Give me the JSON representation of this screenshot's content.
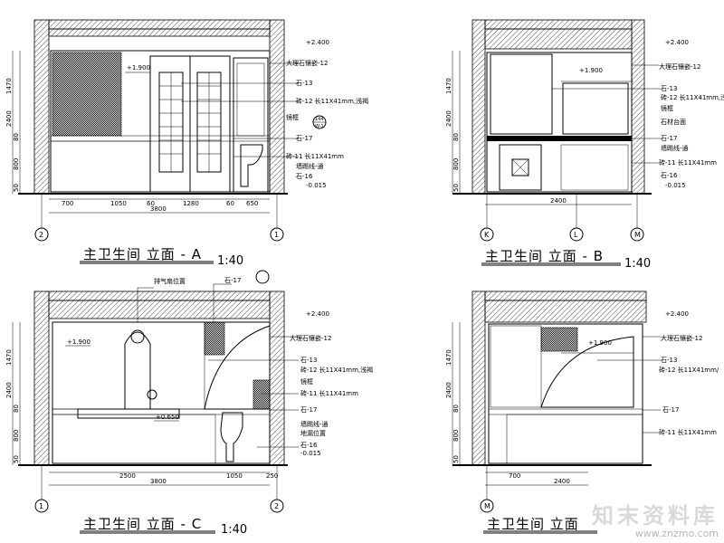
{
  "panels": {
    "a": {
      "title": "主卫生间 立面 - A",
      "scale": "1:40",
      "elev_top": "+2.400",
      "elev_bottom": "-0.015",
      "level_mark": "+1.900",
      "vdims": [
        "1470",
        "2400",
        "80",
        "800",
        "50"
      ],
      "hdims": [
        "700",
        "1050",
        "60",
        "1280",
        "60",
        "650"
      ],
      "total_width": "3800",
      "axes": [
        "2",
        "1"
      ],
      "labels": [
        "大理石镶嵌-12",
        "石-13",
        "砖-12 长11X41mm,浅褐",
        "镜框",
        "石-17",
        "砖-11 长11X41mm",
        "墙踢线-通",
        "石-16"
      ],
      "symbol_top": "144",
      "symbol_bottom": "W-1"
    },
    "b": {
      "title": "主卫生间 立面 - B",
      "scale": "1:40",
      "elev_top": "+2.400",
      "elev_bottom": "-0.015",
      "level_mark": "+1.900",
      "vdims": [
        "1470",
        "2400",
        "80",
        "800",
        "50"
      ],
      "total_width": "2400",
      "axes": [
        "K",
        "L",
        "M"
      ],
      "labels": [
        "大理石镶嵌-12",
        "石-13",
        "砖-12 长11X41mm,浅褐",
        "镜框",
        "石材台面",
        "石-17",
        "墙踢线-通",
        "砖-11 长11X41mm",
        "石-16"
      ]
    },
    "c": {
      "title": "主卫生间 立面 - C",
      "scale": "1:40",
      "elev_top": "+2.400",
      "elev_bottom": "-0.015",
      "level_mark": "+1.900",
      "level_mark2": "+0.650",
      "vdims": [
        "1470",
        "2400",
        "80",
        "800",
        "50"
      ],
      "hdims": [
        "2500",
        "1050",
        "250"
      ],
      "total_width": "3800",
      "axes": [
        "1",
        "2"
      ],
      "labels": [
        "排气扇位置",
        "石-17",
        "大理石镶嵌-12",
        "石-13",
        "砖-12 长11X41mm,浅褐",
        "镜框",
        "砖-11 长11X41mm",
        "石-17",
        "墙踢线-通",
        "地漏位置",
        "石-16"
      ]
    },
    "d": {
      "title": "主卫生间 立面",
      "elev_top": "+2.400",
      "level_mark": "+1.900",
      "vdims": [
        "1470",
        "2400",
        "80",
        "800",
        "50"
      ],
      "hdims": [
        "700"
      ],
      "total_width": "2400",
      "axes": [
        "M"
      ],
      "labels": [
        "大理石镶嵌-12",
        "石-13",
        "砖-12 长11X41mm/",
        "石-17",
        "砖-11 长11X41mm"
      ]
    }
  },
  "watermark": {
    "name": "知末资料库",
    "url": "www.znzmo.com"
  }
}
